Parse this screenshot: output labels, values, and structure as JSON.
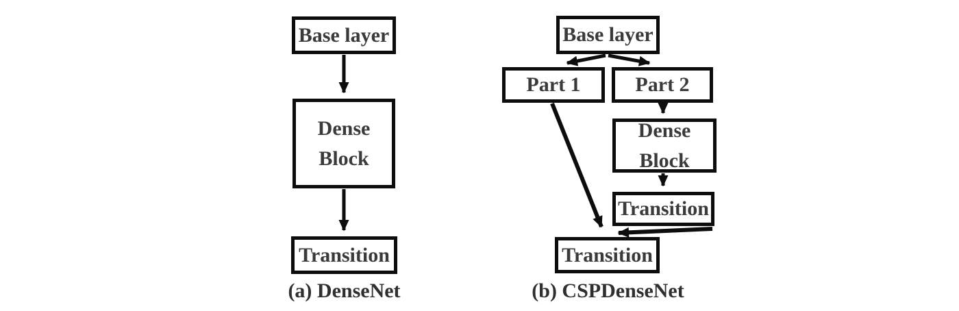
{
  "figure": {
    "colors": {
      "background": "#ffffff",
      "line": "#0d0d0d",
      "text": "#3a3a3a"
    },
    "diagram_a": {
      "caption": "(a) DenseNet",
      "nodes": {
        "base_layer": "Base layer",
        "dense_block_line1": "Dense",
        "dense_block_line2": "Block",
        "transition": "Transition"
      },
      "edges": [
        {
          "from": "Base layer",
          "to": "Dense Block"
        },
        {
          "from": "Dense Block",
          "to": "Transition"
        }
      ]
    },
    "diagram_b": {
      "caption": "(b) CSPDenseNet",
      "nodes": {
        "base_layer": "Base layer",
        "part1": "Part 1",
        "part2": "Part 2",
        "dense_block_line1": "Dense",
        "dense_block_line2": "Block",
        "transition_upper": "Transition",
        "transition_lower": "Transition"
      },
      "edges": [
        {
          "from": "Base layer",
          "to": "Part 1"
        },
        {
          "from": "Base layer",
          "to": "Part 2"
        },
        {
          "from": "Part 2",
          "to": "Dense Block"
        },
        {
          "from": "Dense Block",
          "to": "Transition (upper)"
        },
        {
          "from": "Part 1",
          "to": "Transition (lower)"
        },
        {
          "from": "Transition (upper)",
          "to": "Transition (lower)"
        }
      ]
    }
  }
}
